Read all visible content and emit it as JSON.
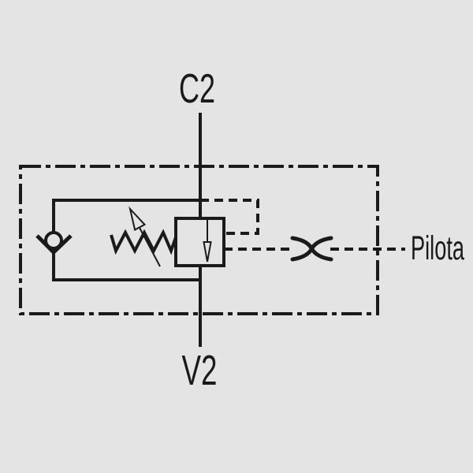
{
  "schematic": {
    "kind": "hydraulic-valve-schematic",
    "ports": {
      "top": "C2",
      "bottom": "V2",
      "pilot": "Pilota"
    },
    "symbols": {
      "boundary": "valve-envelope-dash-dot-box",
      "check_valve": "check-valve-ball-and-seat",
      "spring": "adjustable-spring-with-arrow",
      "cartridge": "relief-cartridge-with-flow-arrow",
      "orifice": "pilot-restrictor-orifice",
      "pilot_lines": "dashed-pilot-lines"
    }
  },
  "colors": {
    "bg": "#e4e4e4",
    "line": "#1a1a1a"
  }
}
